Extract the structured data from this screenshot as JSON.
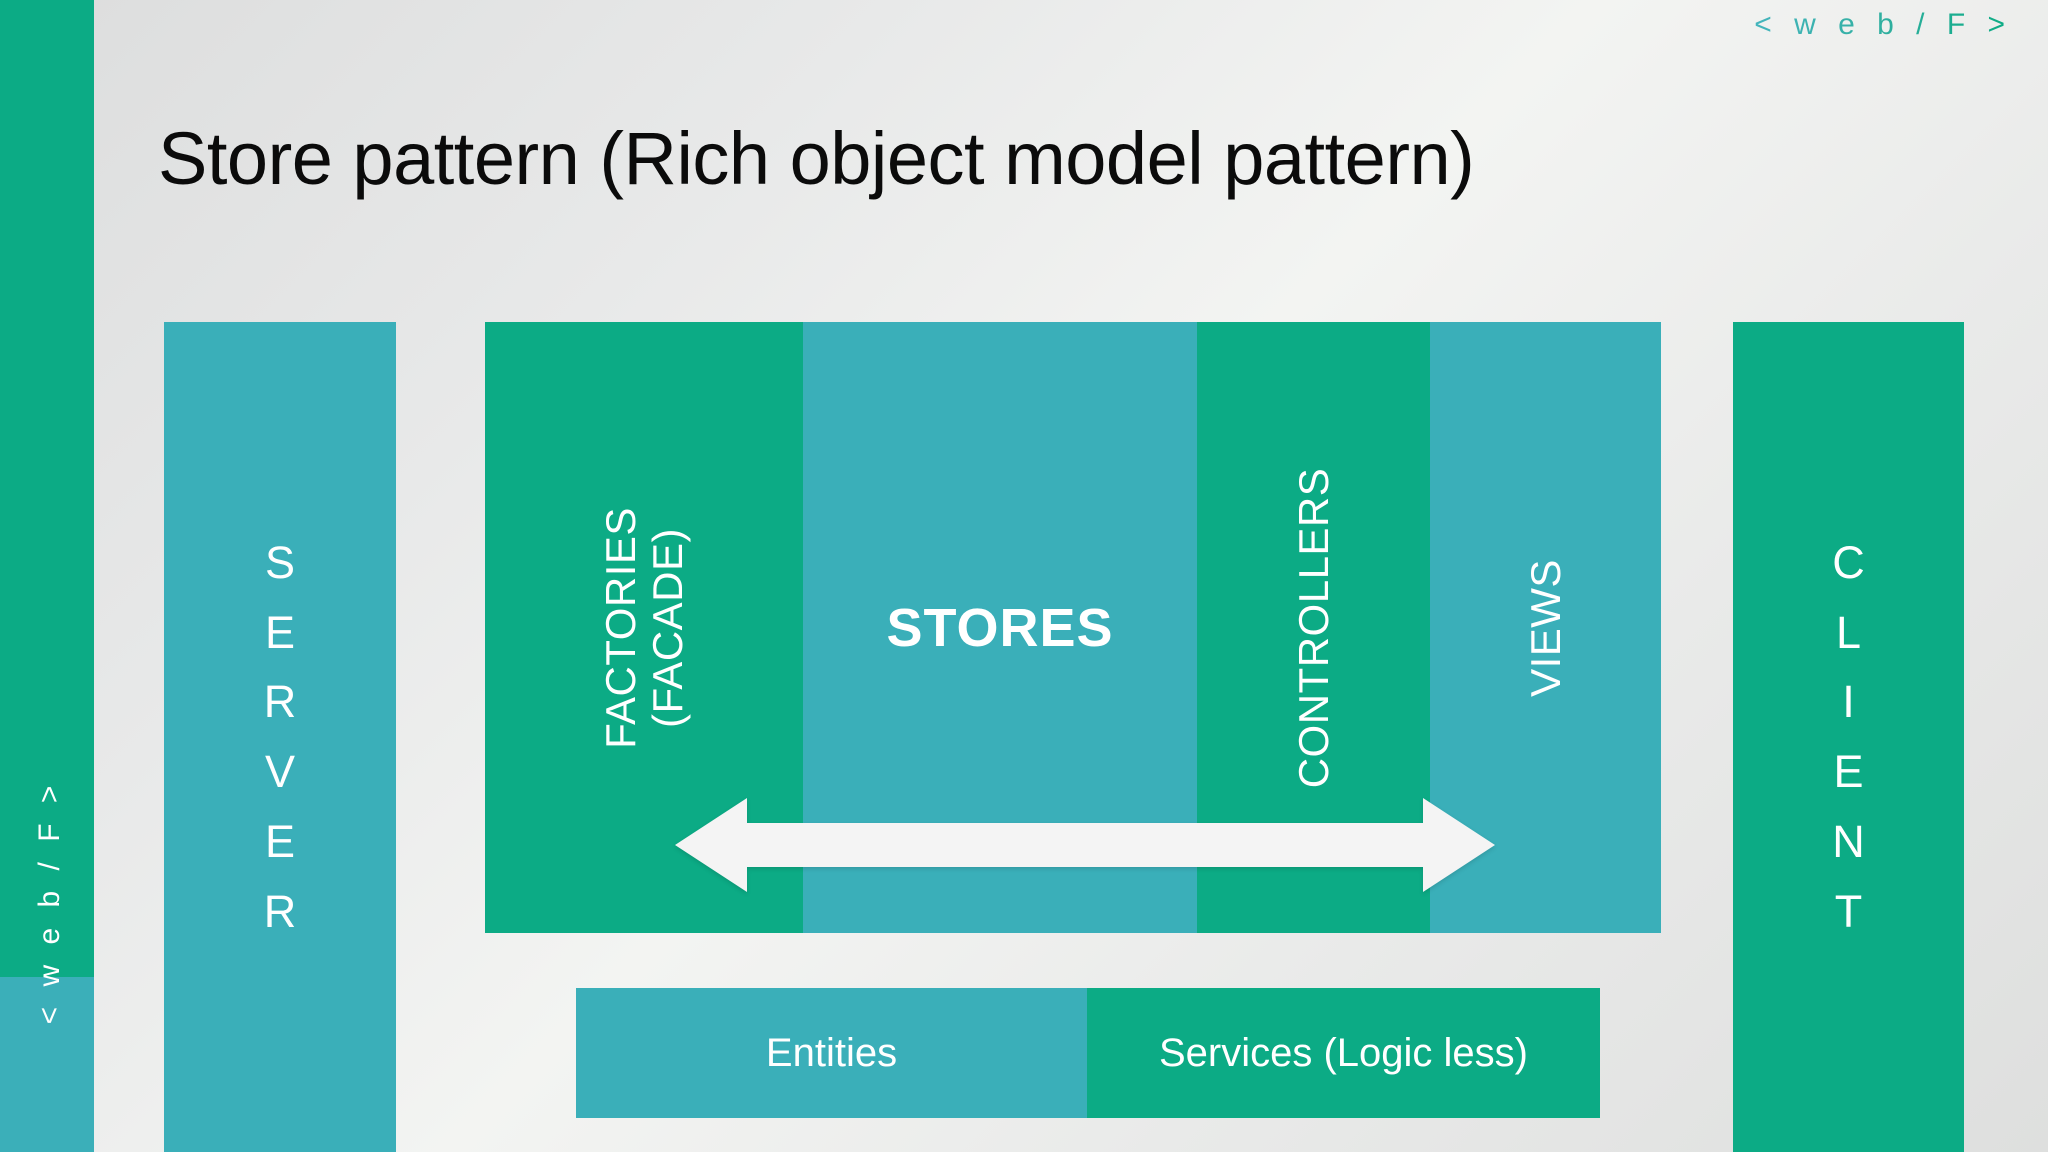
{
  "slide": {
    "title": "Store pattern (Rich object model pattern)",
    "brand": {
      "header_logo": "< w e b / F >",
      "rail_logo": "< w e b / F >"
    }
  },
  "colors": {
    "green": "#0cab85",
    "teal": "#3aafb9",
    "arrow": "#f4f4f4",
    "text_light": "#ffffff",
    "title": "#0b0b0b"
  },
  "diagram": {
    "server": {
      "label": "SERVER",
      "letters": [
        "S",
        "E",
        "R",
        "V",
        "E",
        "R"
      ],
      "color": "#3aafb9"
    },
    "client": {
      "label": "CLIENT",
      "letters": [
        "C",
        "L",
        "I",
        "E",
        "N",
        "T"
      ],
      "color": "#0cab85"
    },
    "columns": [
      {
        "id": "factories",
        "label_line1": "FACTORIES",
        "label_line2": "(FACADE)",
        "color": "#0cab85",
        "orientation": "vertical"
      },
      {
        "id": "stores",
        "label": "STORES",
        "color": "#3aafb9",
        "orientation": "horizontal",
        "bold": true
      },
      {
        "id": "controllers",
        "label": "CONTROLLERS",
        "color": "#0cab85",
        "orientation": "vertical"
      },
      {
        "id": "views",
        "label": "VIEWS",
        "color": "#3aafb9",
        "orientation": "vertical"
      }
    ],
    "arrow": {
      "name": "bidirectional-arrow",
      "direction": "both",
      "color": "#f4f4f4"
    },
    "bottom_bar": [
      {
        "id": "entities",
        "label": "Entities",
        "color": "#3aafb9"
      },
      {
        "id": "services",
        "label": "Services (Logic less)",
        "color": "#0cab85"
      }
    ]
  }
}
